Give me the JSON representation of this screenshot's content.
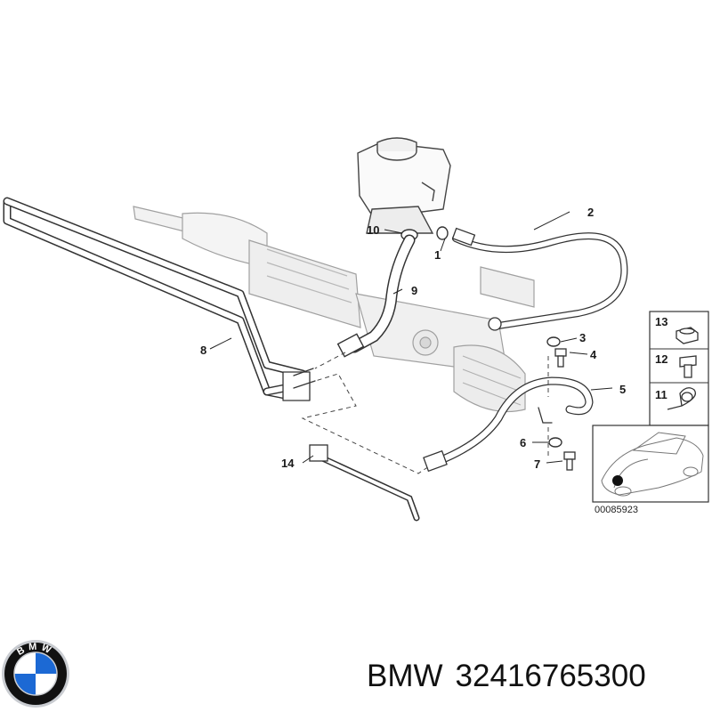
{
  "diagram": {
    "callouts": [
      {
        "id": "1",
        "label": "1"
      },
      {
        "id": "2",
        "label": "2"
      },
      {
        "id": "3",
        "label": "3"
      },
      {
        "id": "4",
        "label": "4"
      },
      {
        "id": "5",
        "label": "5"
      },
      {
        "id": "6",
        "label": "6"
      },
      {
        "id": "7",
        "label": "7"
      },
      {
        "id": "8",
        "label": "8"
      },
      {
        "id": "9",
        "label": "9"
      },
      {
        "id": "10",
        "label": "10"
      },
      {
        "id": "11",
        "label": "11"
      },
      {
        "id": "12",
        "label": "12"
      },
      {
        "id": "13",
        "label": "13"
      },
      {
        "id": "14",
        "label": "14"
      }
    ],
    "reference_number": "00085923"
  },
  "caption": {
    "brand": "BMW",
    "part_number": "32416765300"
  },
  "logo": {
    "text": "BMW",
    "colors": {
      "blue": "#1c69d4",
      "white": "#ffffff",
      "ring": "#111111",
      "silver": "#c9ccd1"
    }
  }
}
